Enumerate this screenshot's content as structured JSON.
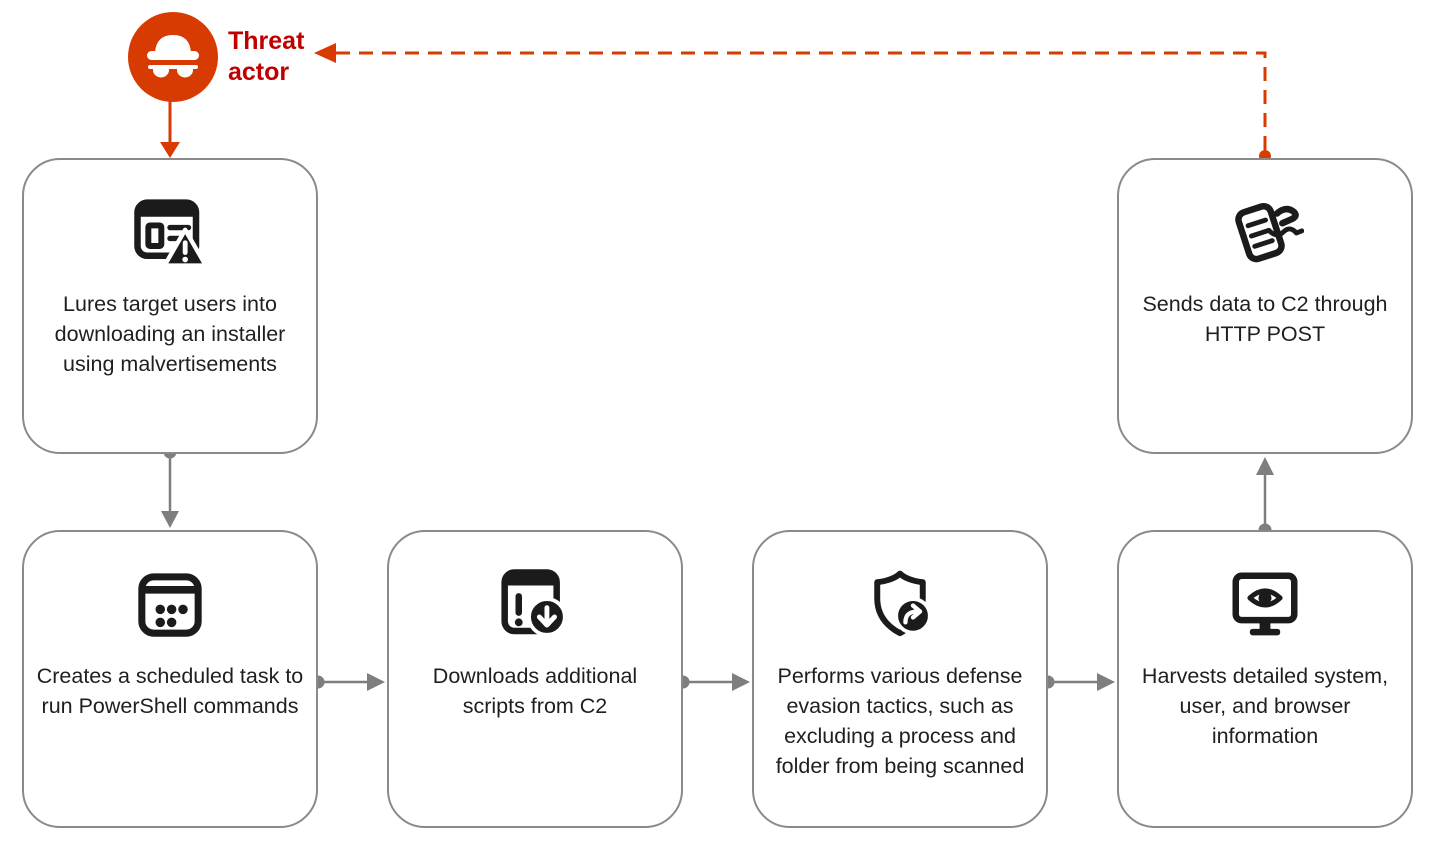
{
  "colors": {
    "accent_orange": "#D83B01",
    "threat_red": "#C00000",
    "connector_gray": "#7E7E7E",
    "border_gray": "#8A8A8A",
    "icon_black": "#1B1B1B",
    "text_dark": "#1F1F1F"
  },
  "threat_actor": {
    "label": "Threat\nactor"
  },
  "nodes": [
    {
      "id": "lure",
      "icon": "browser-warning-icon",
      "label": "Lures target users into downloading an installer using malvertisements"
    },
    {
      "id": "scheduled-task",
      "icon": "scheduled-task-icon",
      "label": "Creates a scheduled task to run PowerShell commands"
    },
    {
      "id": "download-scripts",
      "icon": "window-download-icon",
      "label": "Downloads additional scripts from C2"
    },
    {
      "id": "defense-evasion",
      "icon": "shield-forward-icon",
      "label": "Performs various defense evasion tactics, such as excluding a process and folder from being scanned"
    },
    {
      "id": "harvest-info",
      "icon": "monitor-eye-icon",
      "label": "Harvests detailed system, user, and browser information"
    },
    {
      "id": "send-c2",
      "icon": "document-exfiltration-icon",
      "label": "Sends data to C2 through HTTP POST"
    }
  ]
}
